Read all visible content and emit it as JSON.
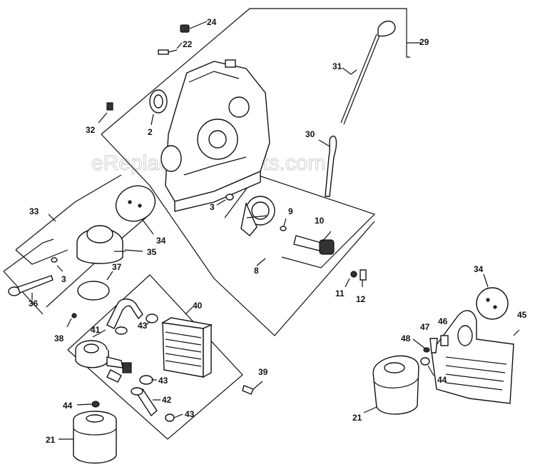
{
  "watermark": "eReplacementParts.com",
  "callouts": [
    {
      "id": "c24",
      "text": "24"
    },
    {
      "id": "c22",
      "text": "22"
    },
    {
      "id": "c29",
      "text": "29"
    },
    {
      "id": "c31",
      "text": "31"
    },
    {
      "id": "c2",
      "text": "2"
    },
    {
      "id": "c32",
      "text": "32"
    },
    {
      "id": "c30",
      "text": "30"
    },
    {
      "id": "c3a",
      "text": "3"
    },
    {
      "id": "c9",
      "text": "9"
    },
    {
      "id": "c10",
      "text": "10"
    },
    {
      "id": "c8",
      "text": "8"
    },
    {
      "id": "c33",
      "text": "33"
    },
    {
      "id": "c34a",
      "text": "34"
    },
    {
      "id": "c35",
      "text": "35"
    },
    {
      "id": "c3b",
      "text": "3"
    },
    {
      "id": "c37",
      "text": "37"
    },
    {
      "id": "c36",
      "text": "36"
    },
    {
      "id": "c11",
      "text": "11"
    },
    {
      "id": "c12",
      "text": "12"
    },
    {
      "id": "c40",
      "text": "40"
    },
    {
      "id": "c41",
      "text": "41"
    },
    {
      "id": "c43a",
      "text": "43"
    },
    {
      "id": "c38",
      "text": "38"
    },
    {
      "id": "c34b",
      "text": "34"
    },
    {
      "id": "c45",
      "text": "45"
    },
    {
      "id": "c47",
      "text": "47"
    },
    {
      "id": "c46",
      "text": "46"
    },
    {
      "id": "c48",
      "text": "48"
    },
    {
      "id": "c44a",
      "text": "44"
    },
    {
      "id": "c21a",
      "text": "21"
    },
    {
      "id": "c43b",
      "text": "43"
    },
    {
      "id": "c39",
      "text": "39"
    },
    {
      "id": "c42",
      "text": "42"
    },
    {
      "id": "c44b",
      "text": "44"
    },
    {
      "id": "c43c",
      "text": "43"
    },
    {
      "id": "c21b",
      "text": "21"
    }
  ]
}
